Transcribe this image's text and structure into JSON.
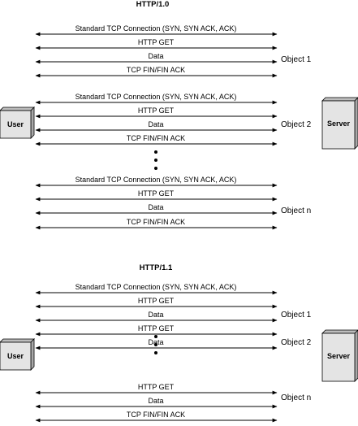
{
  "sections": [
    {
      "title": "HTTP/1.0",
      "client": "User",
      "server": "Server",
      "rows": [
        {
          "label": "Standard TCP Connection (SYN, SYN ACK, ACK)"
        },
        {
          "label": "HTTP GET"
        },
        {
          "label": "Data"
        },
        {
          "label": "TCP FIN/FIN ACK"
        },
        {
          "label": "Standard TCP Connection (SYN, SYN ACK, ACK)"
        },
        {
          "label": "HTTP GET"
        },
        {
          "label": "Data"
        },
        {
          "label": "TCP FIN/FIN ACK"
        },
        {
          "label": "Standard TCP Connection (SYN, SYN ACK, ACK)"
        },
        {
          "label": "HTTP GET"
        },
        {
          "label": "Data"
        },
        {
          "label": "TCP FIN/FIN ACK"
        }
      ],
      "objects": [
        "Object 1",
        "Object 2",
        "Object n"
      ]
    },
    {
      "title": "HTTP/1.1",
      "client": "User",
      "server": "Server",
      "rows": [
        {
          "label": "Standard TCP Connection (SYN, SYN ACK, ACK)"
        },
        {
          "label": "HTTP GET"
        },
        {
          "label": "Data"
        },
        {
          "label": "HTTP GET"
        },
        {
          "label": "Data"
        },
        {
          "label": "HTTP GET"
        },
        {
          "label": "Data"
        },
        {
          "label": "TCP FIN/FIN ACK"
        }
      ],
      "objects": [
        "Object 1",
        "Object 2",
        "Object n"
      ]
    }
  ],
  "colors": {
    "box_fill": "#e4e4e4",
    "box_top": "#bdbdbd",
    "line": "#000000"
  }
}
